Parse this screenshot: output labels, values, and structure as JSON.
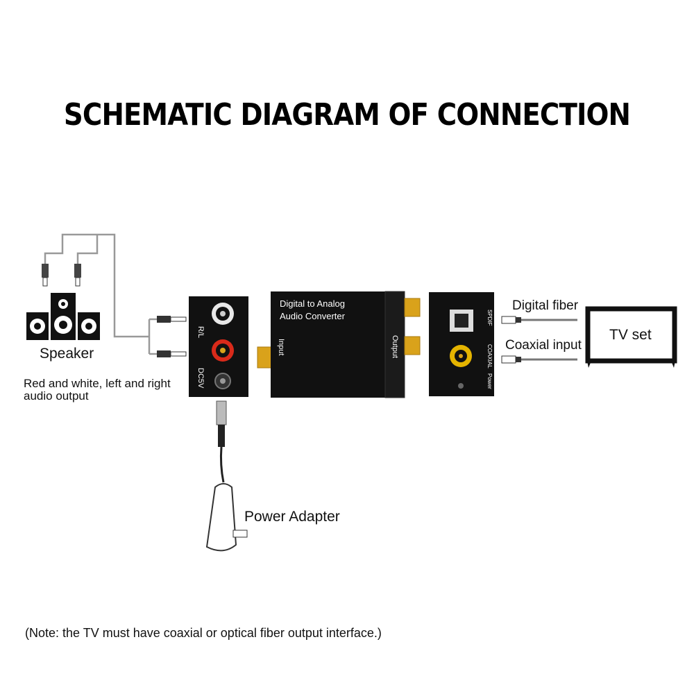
{
  "title": "SCHEMATIC DIAGRAM OF CONNECTION",
  "speaker": {
    "label": "Speaker",
    "output_note_line1": "Red and white, left and right",
    "output_note_line2": "audio output"
  },
  "left_panel": {
    "rl_label": "R/L",
    "dc_label": "DC5V"
  },
  "converter": {
    "line1": "Digital  to Analog",
    "line2": "Audio Converter",
    "input_label": "Input",
    "output_label": "Output"
  },
  "right_panel": {
    "optical_label": "SPDIF",
    "coaxial_label": "COAXIAL",
    "power_label": "Power"
  },
  "connections": {
    "digital_fiber": "Digital fiber",
    "coaxial_input": "Coaxial input"
  },
  "tv": {
    "label": "TV set"
  },
  "power_adapter": {
    "label": "Power Adapter"
  },
  "note": "(Note: the TV must have coaxial or optical fiber output interface.)",
  "colors": {
    "device_body": "#111111",
    "gold_connector": "#d9a21b",
    "red_jack": "#d92a1a",
    "white_jack": "#e8e8e8",
    "yellow_jack": "#e5b400",
    "cable": "#999999"
  }
}
